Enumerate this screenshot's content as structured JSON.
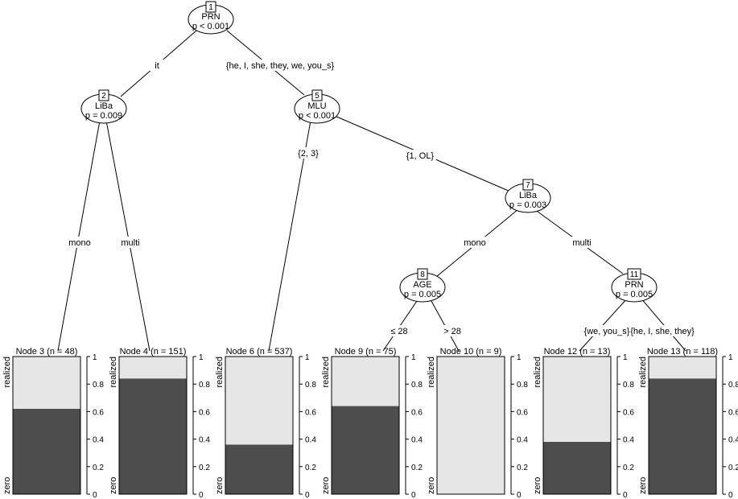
{
  "colors": {
    "realized": "#e6e6e6",
    "zero": "#4d4d4d"
  },
  "axis": {
    "ticks": [
      "0",
      "0.2",
      "0.4",
      "0.6",
      "0.8",
      "1"
    ],
    "top_label": "realized",
    "bottom_label": "zero"
  },
  "inner_nodes": [
    {
      "id": "1",
      "var": "PRN",
      "p": "p < 0.001"
    },
    {
      "id": "2",
      "var": "LiBa",
      "p": "p = 0.009"
    },
    {
      "id": "5",
      "var": "MLU",
      "p": "p < 0.001"
    },
    {
      "id": "7",
      "var": "LiBa",
      "p": "p = 0.003"
    },
    {
      "id": "8",
      "var": "AGE",
      "p": "p = 0.005"
    },
    {
      "id": "11",
      "var": "PRN",
      "p": "p = 0.005"
    }
  ],
  "edge_labels": [
    "it",
    "{he, I, she, they, we, you_s}",
    "mono",
    "multi",
    "{2, 3}",
    "{1, OL}",
    "mono",
    "multi",
    "≤ 28",
    "> 28",
    "{we, you_s}",
    "{he, I, she, they}"
  ],
  "terminal_nodes": [
    {
      "label": "Node 3 (n = 48)",
      "zero": 0.62
    },
    {
      "label": "Node 4 (n = 151)",
      "zero": 0.84
    },
    {
      "label": "Node 6 (n = 537)",
      "zero": 0.36
    },
    {
      "label": "Node 9 (n = 75)",
      "zero": 0.64
    },
    {
      "label": "Node 10 (n = 9)",
      "zero": 0.0
    },
    {
      "label": "Node 12 (n = 13)",
      "zero": 0.38
    },
    {
      "label": "Node 13 (n = 118)",
      "zero": 0.84
    }
  ]
}
